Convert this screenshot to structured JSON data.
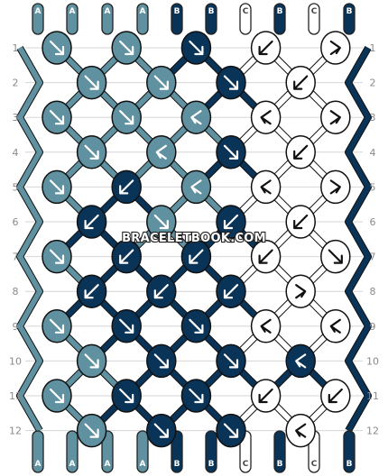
{
  "watermark": "BRACELETBOOK.COM",
  "colors": {
    "A": "#5f91a0",
    "B": "#0a3358",
    "C": "#ffffff"
  },
  "strands_top": [
    "A",
    "A",
    "A",
    "A",
    "B",
    "B",
    "C",
    "B",
    "C",
    "B"
  ],
  "strands_bottom": [
    "A",
    "A",
    "A",
    "A",
    "B",
    "B",
    "C",
    "B",
    "C",
    "B"
  ],
  "rows": [
    "1",
    "2",
    "3",
    "4",
    "5",
    "6",
    "7",
    "8",
    "9",
    "10",
    "11",
    "12"
  ],
  "knots": [
    [
      [
        "A",
        "f"
      ],
      [
        "A",
        "f"
      ],
      [
        "B",
        "f"
      ],
      [
        "C",
        "b"
      ],
      [
        "C",
        "fb"
      ]
    ],
    [
      [
        "A",
        "f"
      ],
      [
        "A",
        "f"
      ],
      [
        "B",
        "f"
      ],
      [
        "C",
        "b"
      ]
    ],
    [
      [
        "A",
        "f"
      ],
      [
        "A",
        "f"
      ],
      [
        "A",
        "bf"
      ],
      [
        "C",
        "bf"
      ],
      [
        "C",
        "fb"
      ]
    ],
    [
      [
        "A",
        "f"
      ],
      [
        "A",
        "bf"
      ],
      [
        "B",
        "f"
      ],
      [
        "C",
        "b"
      ]
    ],
    [
      [
        "A",
        "f"
      ],
      [
        "B",
        "b"
      ],
      [
        "A",
        "bf"
      ],
      [
        "C",
        "bf"
      ],
      [
        "C",
        "fb"
      ]
    ],
    [
      [
        "B",
        "b"
      ],
      [
        "A",
        "f"
      ],
      [
        "B",
        "b"
      ],
      [
        "C",
        "b"
      ]
    ],
    [
      [
        "A",
        "f"
      ],
      [
        "B",
        "b"
      ],
      [
        "B",
        "b"
      ],
      [
        "C",
        "b"
      ],
      [
        "C",
        "f"
      ]
    ],
    [
      [
        "B",
        "b"
      ],
      [
        "B",
        "b"
      ],
      [
        "B",
        "b"
      ],
      [
        "C",
        "fb"
      ]
    ],
    [
      [
        "A",
        "f"
      ],
      [
        "B",
        "f"
      ],
      [
        "B",
        "f"
      ],
      [
        "C",
        "bf"
      ],
      [
        "C",
        "bf"
      ]
    ],
    [
      [
        "A",
        "f"
      ],
      [
        "B",
        "f"
      ],
      [
        "B",
        "f"
      ],
      [
        "B",
        "bf"
      ]
    ],
    [
      [
        "A",
        "f"
      ],
      [
        "B",
        "f"
      ],
      [
        "B",
        "f"
      ],
      [
        "C",
        "b"
      ],
      [
        "C",
        "b"
      ]
    ],
    [
      [
        "A",
        "f"
      ],
      [
        "B",
        "f"
      ],
      [
        "B",
        "f"
      ],
      [
        "C",
        "bf"
      ]
    ]
  ]
}
